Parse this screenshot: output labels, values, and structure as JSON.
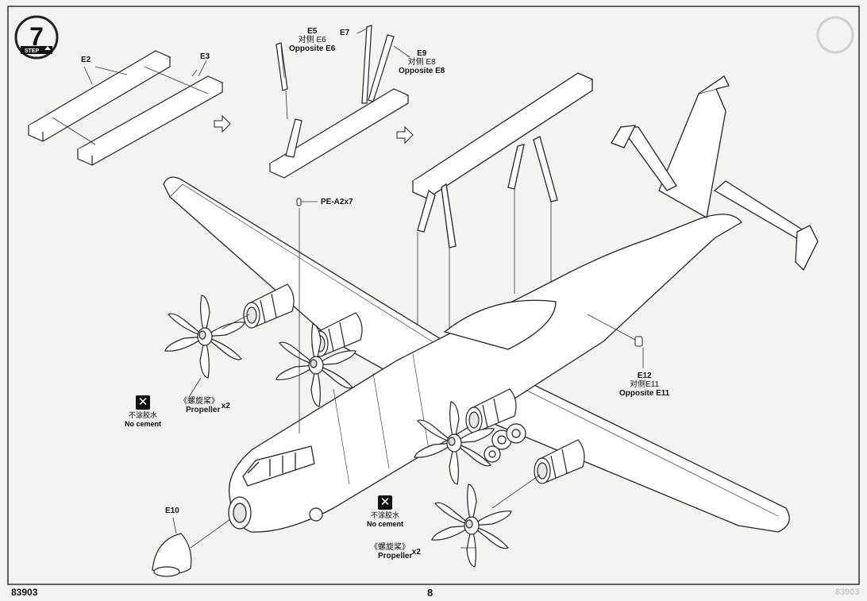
{
  "page": {
    "number": "8",
    "product_code": "83903",
    "corner_code": "83903"
  },
  "step": {
    "number": "7",
    "label": "STEP"
  },
  "parts": {
    "e2": "E2",
    "e3": "E3",
    "e5": "E5",
    "e5_opposite_cn": "对侧 E6",
    "e5_opposite_en": "Opposite E6",
    "e7": "E7",
    "e9": "E9",
    "e9_opposite_cn": "对侧 E8",
    "e9_opposite_en": "Opposite E8",
    "pe": "PE-A2x7",
    "e12": "E12",
    "e12_opposite_cn": "对侧E11",
    "e12_opposite_en": "Opposite E11",
    "e10": "E10"
  },
  "propeller_left": {
    "cn": "《螺旋桨》",
    "qty": "x2",
    "en": "Propeller"
  },
  "propeller_right": {
    "cn": "《螺旋桨》",
    "qty": "x2",
    "en": "Propeller"
  },
  "no_cement_left": {
    "icon": "no-cement-icon",
    "cn": "不涂胶水",
    "en": "No cement"
  },
  "no_cement_right": {
    "icon": "no-cement-icon",
    "cn": "不涂胶水",
    "en": "No cement"
  }
}
